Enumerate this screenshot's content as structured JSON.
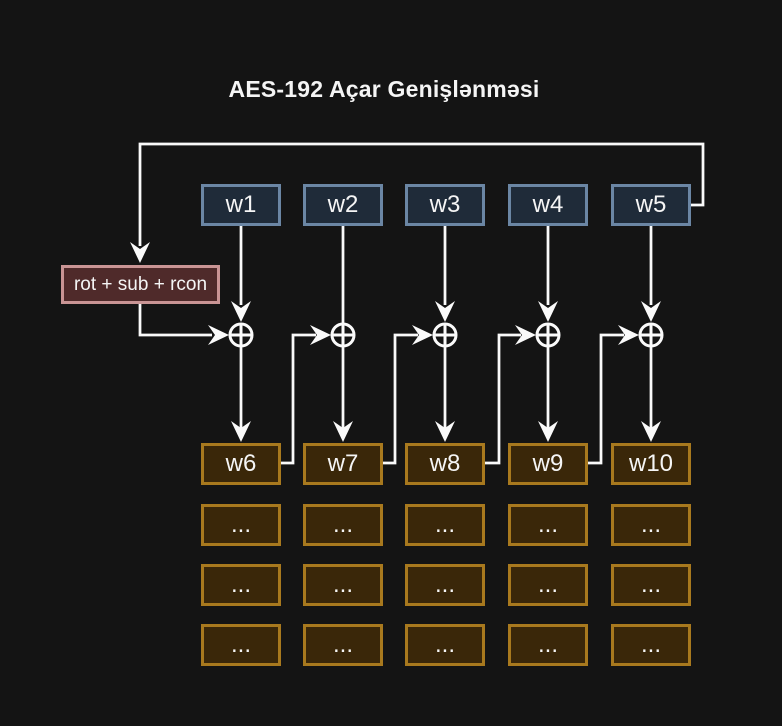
{
  "title": "AES-192 Açar Genişlənməsi",
  "diagram": {
    "top_row": [
      "w1",
      "w2",
      "w3",
      "w4",
      "w5"
    ],
    "transform_label": "rot + sub + rcon",
    "output_row": [
      "w6",
      "w7",
      "w8",
      "w9",
      "w10"
    ],
    "ellipsis_rows": [
      [
        "...",
        "...",
        "...",
        "...",
        "..."
      ],
      [
        "...",
        "...",
        "...",
        "...",
        "..."
      ],
      [
        "...",
        "...",
        "...",
        "...",
        "..."
      ]
    ],
    "xor_symbol": "⊕"
  },
  "colors": {
    "bg": "#141414",
    "line": "#fafafa",
    "text": "#f5f5f5",
    "key-fill": "#1f2b39",
    "key-border": "#6b86a4",
    "next-fill": "#3a2709",
    "next-border": "#a8791e",
    "transform-fill": "#4f2a2a",
    "transform-border": "#c99494"
  }
}
